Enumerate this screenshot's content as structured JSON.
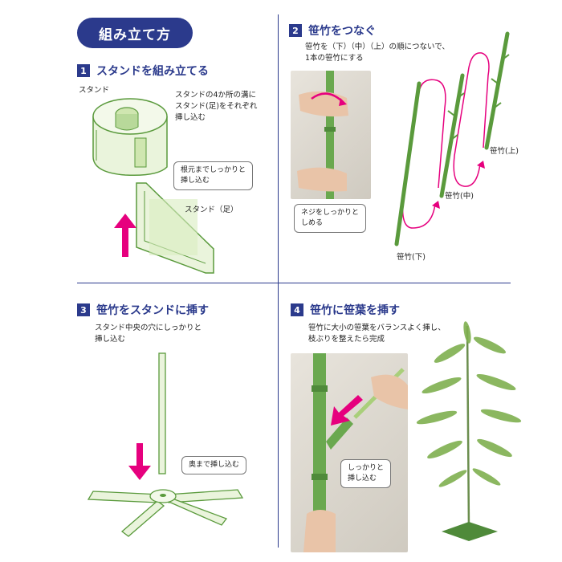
{
  "title": "組み立て方",
  "steps": [
    {
      "num": "1",
      "heading": "スタンドを組み立てる",
      "part_label": "スタンド",
      "note": [
        "スタンドの4か所の溝に",
        "スタンド(足)をそれぞれ",
        "挿し込む"
      ],
      "callout": [
        "根元までしっかりと",
        "挿し込む"
      ],
      "leg_label": "スタンド（足）"
    },
    {
      "num": "2",
      "heading": "笹竹をつなぐ",
      "note": [
        "笹竹を（下）（中）（上）の順につないで、",
        "1本の笹竹にする"
      ],
      "callout": [
        "ネジをしっかりと",
        "しめる"
      ],
      "labels": {
        "top": "笹竹(上)",
        "mid": "笹竹(中)",
        "bottom": "笹竹(下)"
      }
    },
    {
      "num": "3",
      "heading": "笹竹をスタンドに挿す",
      "note": [
        "スタンド中央の穴にしっかりと",
        "挿し込む"
      ],
      "callout": [
        "奥まで挿し込む"
      ]
    },
    {
      "num": "4",
      "heading": "笹竹に笹葉を挿す",
      "note": [
        "笹竹に大小の笹葉をバランスよく挿し、",
        "枝ぶりを整えたら完成"
      ],
      "callout": [
        "しっかりと",
        "挿し込む"
      ]
    }
  ],
  "colors": {
    "navy": "#2b3a8c",
    "magenta": "#e6007e",
    "green": "#5a9a3c",
    "light_green": "#cfe6b0"
  }
}
